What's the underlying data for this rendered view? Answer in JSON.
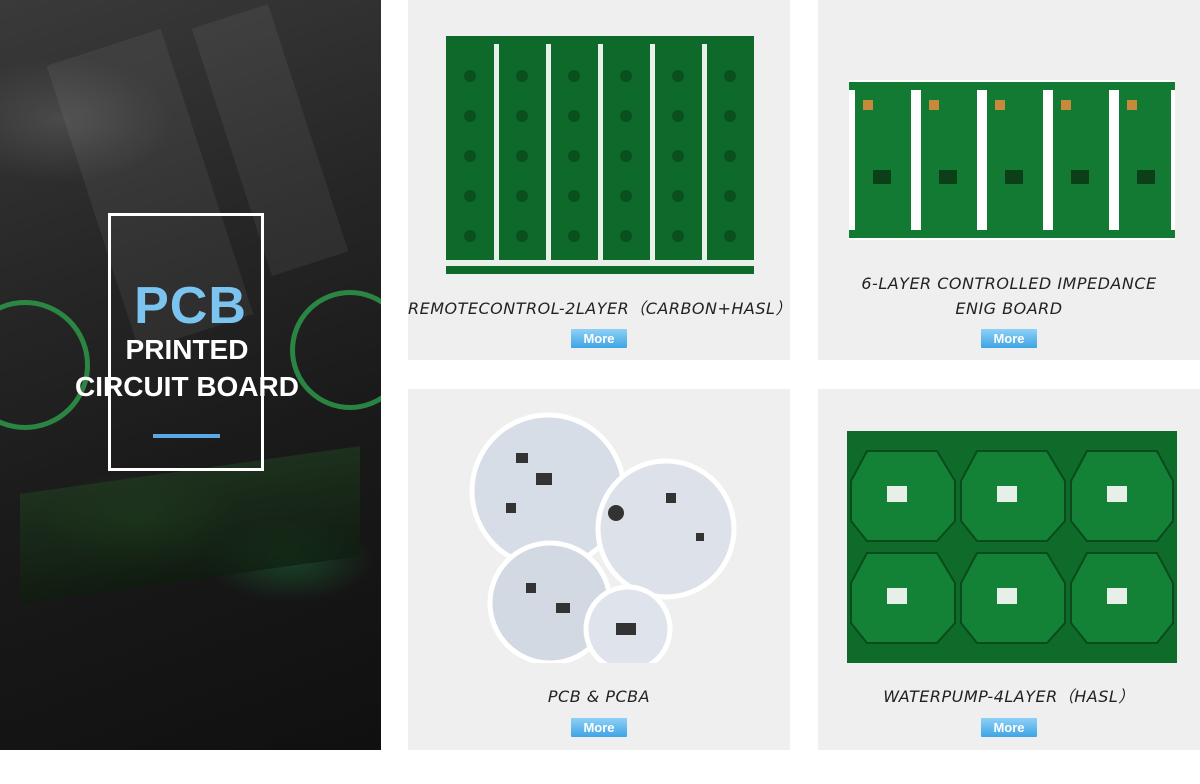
{
  "hero": {
    "pcb": "PCB",
    "line1": "PRINTED",
    "line2": "CIRCUIT BOARD"
  },
  "products": [
    {
      "title": "REMOTECONTROL-2LAYER（CARBON+HASL）",
      "more_label": "More"
    },
    {
      "title_line1": "6-LAYER CONTROLLED IMPEDANCE",
      "title_line2": "ENIG BOARD",
      "more_label": "More"
    },
    {
      "title": "PCB & PCBA",
      "more_label": "More"
    },
    {
      "title": "WATERPUMP-4LAYER（HASL）",
      "more_label": "More"
    }
  ],
  "colors": {
    "accent": "#7cc4f0",
    "button": "#3ea4e4",
    "card_bg": "#efefef",
    "pcb_green": "#0f6b2a"
  }
}
